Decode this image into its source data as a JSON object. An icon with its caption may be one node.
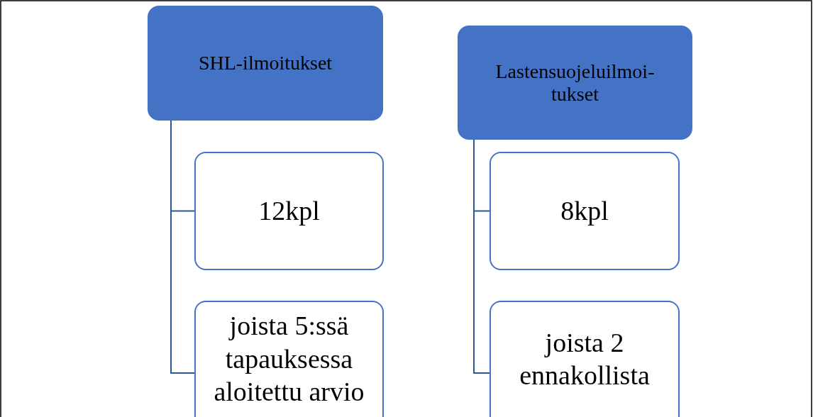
{
  "diagram": {
    "nodes": [
      {
        "text": [
          "SHL-ilmoitukset"
        ]
      },
      {
        "text": [
          "12kpl"
        ]
      },
      {
        "text": [
          "joista 5:ssä tapauksessa aloitettu arvio"
        ]
      },
      {
        "text": [
          "Lastensuojeluilmoi- tukset"
        ]
      },
      {
        "text": [
          "8kpl"
        ]
      },
      {
        "text": [
          "joista 2 ennakollista"
        ]
      }
    ],
    "edges": [
      {
        "from": 0,
        "to": 1,
        "arrow": "none"
      },
      {
        "from": 0,
        "to": 2,
        "arrow": "none"
      },
      {
        "from": 3,
        "to": 4,
        "arrow": "none"
      },
      {
        "from": 3,
        "to": 5,
        "arrow": "none"
      }
    ]
  }
}
